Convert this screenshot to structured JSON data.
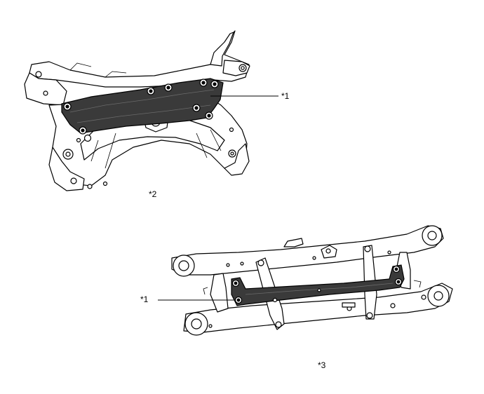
{
  "callouts": {
    "front_brace_label": "*1",
    "front_view_label": "*2",
    "rear_brace_label": "*1",
    "rear_view_label": "*3"
  },
  "colors": {
    "line": "#000000",
    "brace_fill": "#3a3a3a",
    "background": "#ffffff"
  }
}
